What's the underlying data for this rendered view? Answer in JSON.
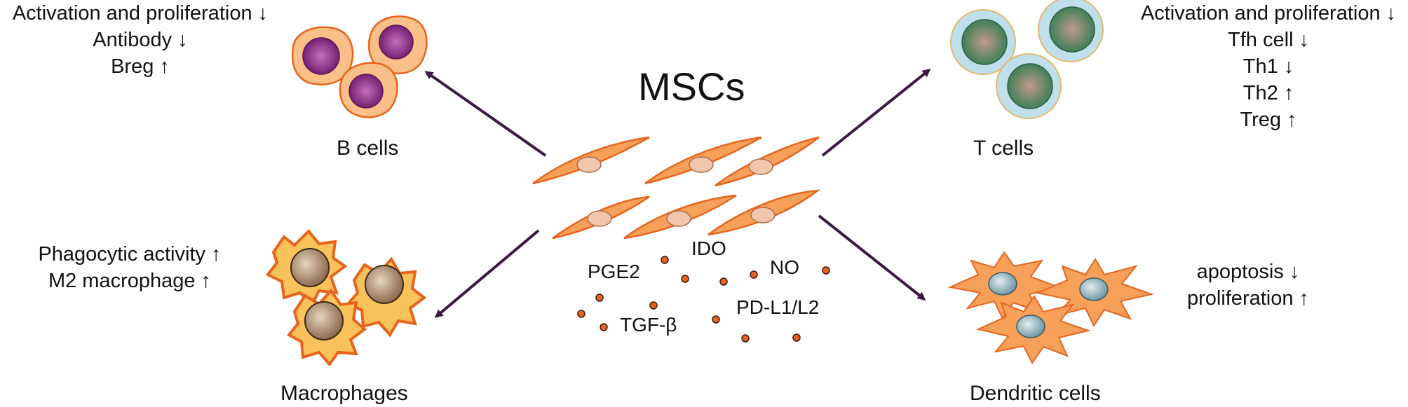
{
  "title": "MSCs",
  "b_cells": {
    "label": "B cells",
    "effects": [
      "Activation and proliferation ↓",
      "Antibody ↓",
      "Breg ↑"
    ]
  },
  "t_cells": {
    "label": "T cells",
    "effects": [
      "Activation and proliferation ↓",
      "Tfh cell ↓",
      "Th1 ↓",
      "Th2 ↑",
      "Treg ↑"
    ]
  },
  "macrophages": {
    "label": "Macrophages",
    "effects": [
      "Phagocytic activity ↑",
      "M2 macrophage ↑"
    ]
  },
  "dendritic_cells": {
    "label": "Dendritic cells",
    "effects": [
      "apoptosis ↓",
      "proliferation ↑"
    ]
  },
  "factors": [
    "IDO",
    "PGE2",
    "NO",
    "TGF-β",
    "PD-L1/L2"
  ],
  "colors": {
    "arrow": "#3a1a45",
    "msc_fill": "#f7a05a",
    "msc_stroke": "#e8641d",
    "b_cell_fill": "#fbbf8a",
    "b_nucleus": "#8c2f86",
    "t_cell_fill": "#bfe0ea",
    "t_nucleus": "#4f8f68",
    "macrophage_fill": "#f9c25a",
    "macrophage_nucleus": "#a88462",
    "dendritic_fill": "#f7a05a",
    "dendritic_nucleus": "#7fa9b3",
    "factor_dot": "#e8641d"
  }
}
